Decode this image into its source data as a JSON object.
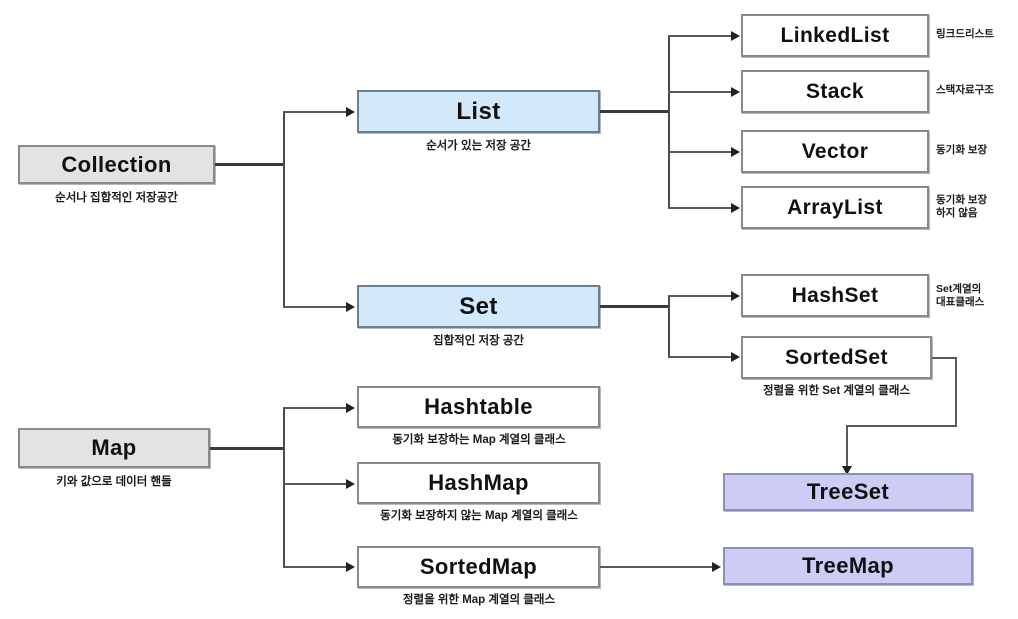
{
  "diagram": {
    "title": "Java Collection Framework hierarchy",
    "colors": {
      "root_fill": "#e3e3e3",
      "interface_fill": "#d2e9fb",
      "class_fill": "#ffffff",
      "tree_fill": "#ccccf5",
      "border": "#8a8a8a",
      "line": "#5a5a5a",
      "background": "#ffffff"
    }
  },
  "nodes": {
    "collection": {
      "label": "Collection",
      "caption": "순서나 집합적인 저장공간"
    },
    "list": {
      "label": "List",
      "caption": "순서가 있는 저장 공간"
    },
    "set": {
      "label": "Set",
      "caption": "집합적인 저장 공간"
    },
    "map": {
      "label": "Map",
      "caption": "키와 값으로 데이터 핸들"
    },
    "linkedlist": {
      "label": "LinkedList",
      "note": "링크드리스트"
    },
    "stack": {
      "label": "Stack",
      "note": "스택자료구조"
    },
    "vector": {
      "label": "Vector",
      "note": "동기화 보장"
    },
    "arraylist": {
      "label": "ArrayList",
      "note": "동기화 보장\n하지 않음"
    },
    "hashset": {
      "label": "HashSet",
      "note": "Set계열의\n대표클래스"
    },
    "sortedset": {
      "label": "SortedSet",
      "caption": "정렬을 위한 Set 계열의 클래스"
    },
    "hashtable": {
      "label": "Hashtable",
      "caption": "동기화 보장하는 Map 계열의 클래스"
    },
    "hashmap": {
      "label": "HashMap",
      "caption": "동기화 보장하지 않는 Map 계열의 클래스"
    },
    "sortedmap": {
      "label": "SortedMap",
      "caption": "정렬을 위한 Map 계열의 클래스"
    },
    "treeset": {
      "label": "TreeSet"
    },
    "treemap": {
      "label": "TreeMap"
    }
  }
}
